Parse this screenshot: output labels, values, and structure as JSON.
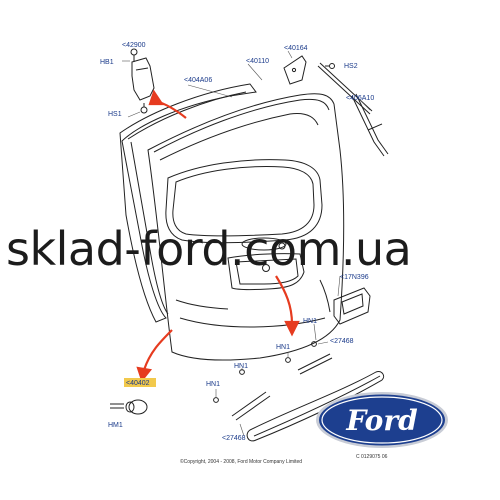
{
  "colors": {
    "label_text": "#1a3a8a",
    "arrow_red": "#e63b1f",
    "label_highlight": "#f2c94c",
    "logo_blue": "#1d3f8f",
    "watermark": "#1c1c1c"
  },
  "labels": {
    "l42900": "<42900",
    "hb1": "HB1",
    "hs1": "HS1",
    "l404a06": "<404A06",
    "l40110": "<40110",
    "l40164": "<40164",
    "hs2": "HS2",
    "l406a10": "<406A10",
    "l17n396": "<17N396",
    "hn1_a": "HN1",
    "hn1_b": "HN1",
    "l27468_a": "<27468",
    "hn1_c": "HN1",
    "hn1_d": "HN1",
    "l40402": "<40402",
    "hm1": "HM1",
    "l27468_b": "<27468"
  },
  "watermark": "sklad-ford.com.ua",
  "logo": {
    "text": "Ford"
  },
  "footer": {
    "copyright": "©Copyright, 2004 - 2008, Ford Motor Company Limited",
    "doc_id": "C 0129075 06"
  }
}
